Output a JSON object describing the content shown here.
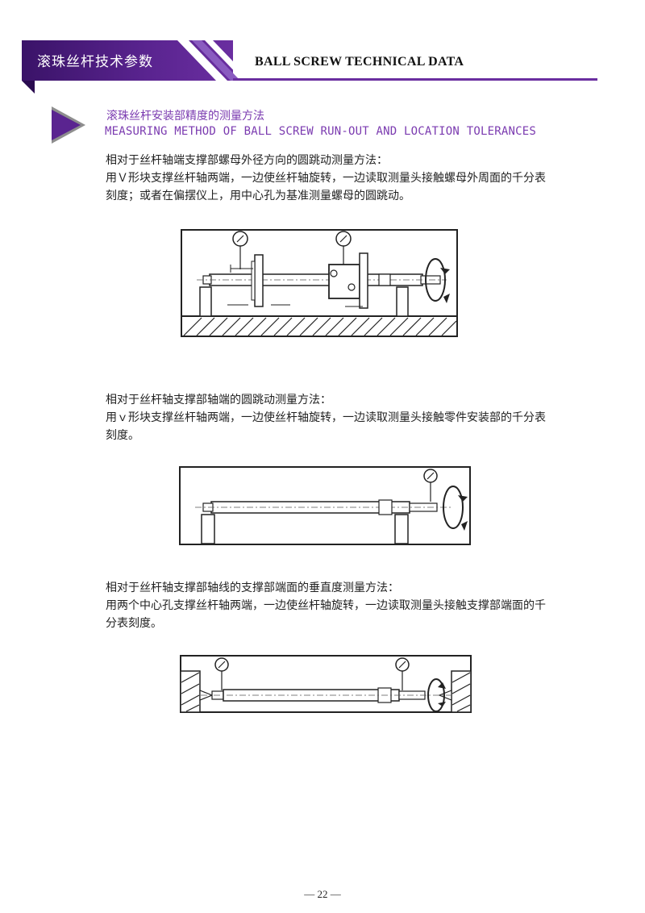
{
  "header": {
    "title_cn": "滚珠丝杆技术参数",
    "title_en": "BALL SCREW TECHNICAL DATA"
  },
  "section": {
    "title_cn": "滚珠丝杆安装部精度的测量方法",
    "title_en": "MEASURING METHOD OF BALL SCREW RUN-OUT AND LOCATION TOLERANCES"
  },
  "paragraphs": [
    {
      "lines": [
        "相对于丝杆轴端支撑部螺母外径方向的圆跳动测量方法：",
        "用Ｖ形块支撑丝杆轴两端，一边使丝杆轴旋转，一边读取测量头接触螺母外周面的千分表",
        "刻度；或者在偏摆仪上，用中心孔为基准测量螺母的圆跳动。"
      ]
    },
    {
      "lines": [
        "相对于丝杆轴支撑部轴端的圆跳动测量方法：",
        "用ｖ形块支撑丝杆轴两端，一边使丝杆轴旋转，一边读取测量头接触零件安装部的千分表",
        "刻度。"
      ]
    },
    {
      "lines": [
        "相对于丝杆轴支撑部轴线的支撑部端面的垂直度测量方法：",
        "用两个中心孔支撑丝杆轴两端，一边使丝杆轴旋转，一边读取测量头接触支撑部端面的千",
        "分表刻度。"
      ]
    }
  ],
  "footer": {
    "page_number": "— 22 —"
  },
  "colors": {
    "brand_purple": "#5a2490",
    "heading_purple": "#7b3bb0"
  }
}
